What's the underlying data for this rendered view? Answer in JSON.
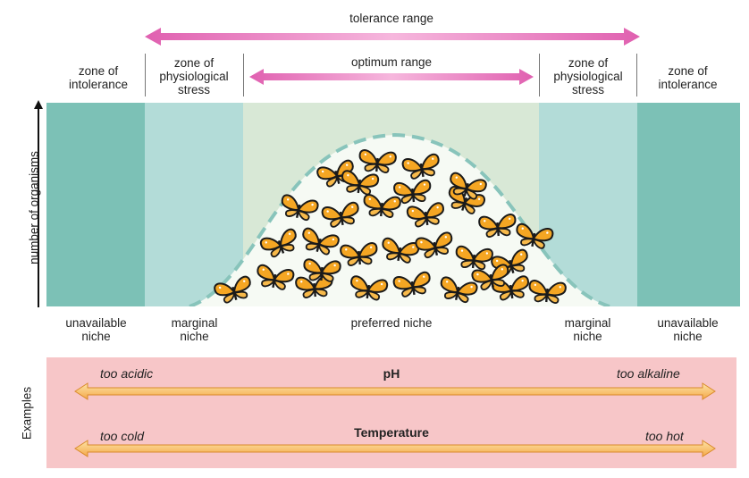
{
  "tolerance_range": "tolerance range",
  "optimum_range": "optimum range",
  "zones": {
    "left_intolerance": [
      "zone of",
      "intolerance"
    ],
    "left_stress": [
      "zone of",
      "physiological",
      "stress"
    ],
    "right_stress": [
      "zone of",
      "physiological",
      "stress"
    ],
    "right_intolerance": [
      "zone of",
      "intolerance"
    ]
  },
  "y_axis_label": "number of organisms",
  "niches": {
    "left_unavailable": [
      "unavailable",
      "niche"
    ],
    "left_marginal": [
      "marginal",
      "niche"
    ],
    "preferred": "preferred niche",
    "right_marginal": [
      "marginal",
      "niche"
    ],
    "right_unavailable": [
      "unavailable",
      "niche"
    ]
  },
  "examples": {
    "label": "Examples",
    "rows": [
      {
        "title": "pH",
        "left": "too acidic",
        "right": "too alkaline"
      },
      {
        "title": "Temperature",
        "left": "too cold",
        "right": "too hot"
      }
    ]
  },
  "colors": {
    "intolerance": "#7cc1b6",
    "stress": "#b3dcd8",
    "optimum": "#d8e8d6",
    "curve_fill": "#f6faf4",
    "curve_stroke": "#88c4bb",
    "pink_arrow": "#e070b8",
    "examples_bg": "#f7c6c8",
    "orange_arrow": "#f4b05a",
    "butterfly_orange": "#f5a623"
  },
  "butterfly_count": 30
}
